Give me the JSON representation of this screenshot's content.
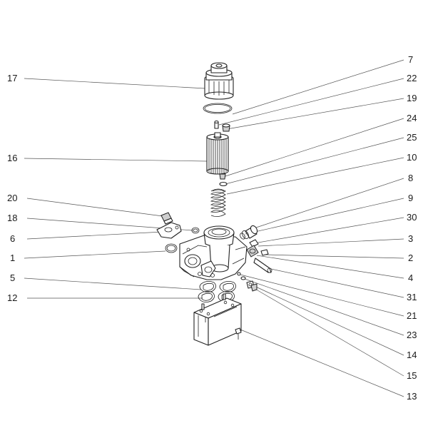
{
  "callouts": {
    "left": [
      "17",
      "16",
      "20",
      "18",
      "6",
      "1",
      "5",
      "12"
    ],
    "right": [
      "7",
      "22",
      "19",
      "24",
      "25",
      "10",
      "8",
      "9",
      "30",
      "3",
      "2",
      "4",
      "31",
      "21",
      "23",
      "14",
      "15",
      "13"
    ]
  }
}
